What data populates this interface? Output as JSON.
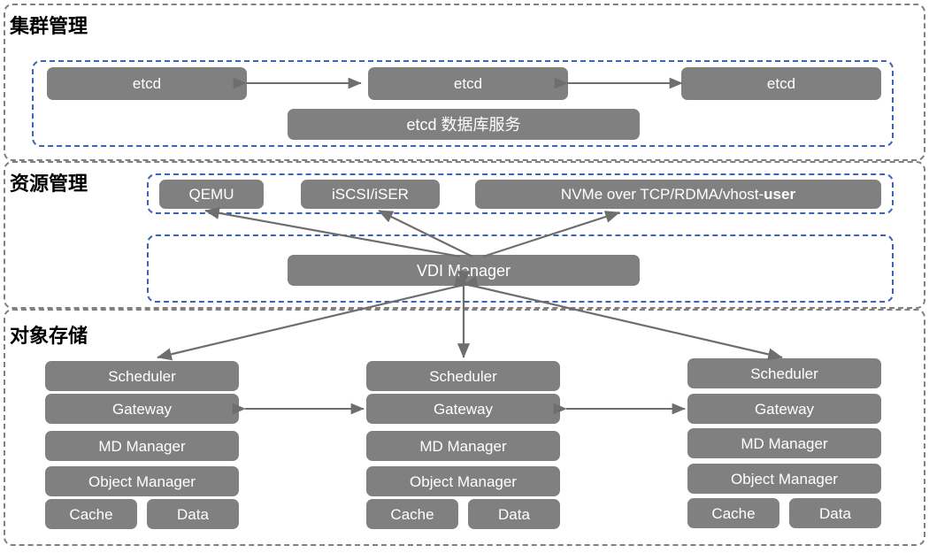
{
  "diagram": {
    "title_colors": {
      "node_fill": "#808080",
      "node_text": "#ffffff",
      "section_border": "#808080",
      "group_border": "#3d63b5",
      "arrow": "#6e6e6e",
      "background": "#ffffff"
    },
    "sections": [
      {
        "id": "cluster-management",
        "title": "集群管理",
        "groups": [
          {
            "id": "etcd-group",
            "nodes": [
              {
                "id": "etcd-1",
                "label": "etcd"
              },
              {
                "id": "etcd-2",
                "label": "etcd"
              },
              {
                "id": "etcd-3",
                "label": "etcd"
              },
              {
                "id": "etcd-db-service",
                "label": "etcd 数据库服务"
              }
            ]
          }
        ]
      },
      {
        "id": "resource-management",
        "title": "资源管理",
        "groups": [
          {
            "id": "protocol-group",
            "nodes": [
              {
                "id": "qemu",
                "label": "QEMU"
              },
              {
                "id": "iscsi-iser",
                "label": "iSCSI/iSER"
              },
              {
                "id": "nvme",
                "label": "NVMe over TCP/RDMA/vhost-",
                "label_bold_suffix": "user"
              }
            ]
          },
          {
            "id": "vdi-group",
            "nodes": [
              {
                "id": "vdi-manager",
                "label": "VDI Manager"
              }
            ]
          }
        ]
      },
      {
        "id": "object-storage",
        "title": "对象存储",
        "columns": [
          {
            "id": "storage-node-1",
            "nodes": [
              {
                "id": "scheduler-1",
                "label": "Scheduler"
              },
              {
                "id": "gateway-1",
                "label": "Gateway"
              },
              {
                "id": "md-manager-1",
                "label": "MD Manager"
              },
              {
                "id": "object-manager-1",
                "label": "Object Manager"
              },
              {
                "id": "cache-1",
                "label": "Cache"
              },
              {
                "id": "data-1",
                "label": "Data"
              }
            ]
          },
          {
            "id": "storage-node-2",
            "nodes": [
              {
                "id": "scheduler-2",
                "label": "Scheduler"
              },
              {
                "id": "gateway-2",
                "label": "Gateway"
              },
              {
                "id": "md-manager-2",
                "label": "MD Manager"
              },
              {
                "id": "object-manager-2",
                "label": "Object Manager"
              },
              {
                "id": "cache-2",
                "label": "Cache"
              },
              {
                "id": "data-2",
                "label": "Data"
              }
            ]
          },
          {
            "id": "storage-node-3",
            "nodes": [
              {
                "id": "scheduler-3",
                "label": "Scheduler"
              },
              {
                "id": "gateway-3",
                "label": "Gateway"
              },
              {
                "id": "md-manager-3",
                "label": "MD Manager"
              },
              {
                "id": "object-manager-3",
                "label": "Object Manager"
              },
              {
                "id": "cache-3",
                "label": "Cache"
              },
              {
                "id": "data-3",
                "label": "Data"
              }
            ]
          }
        ]
      }
    ]
  }
}
